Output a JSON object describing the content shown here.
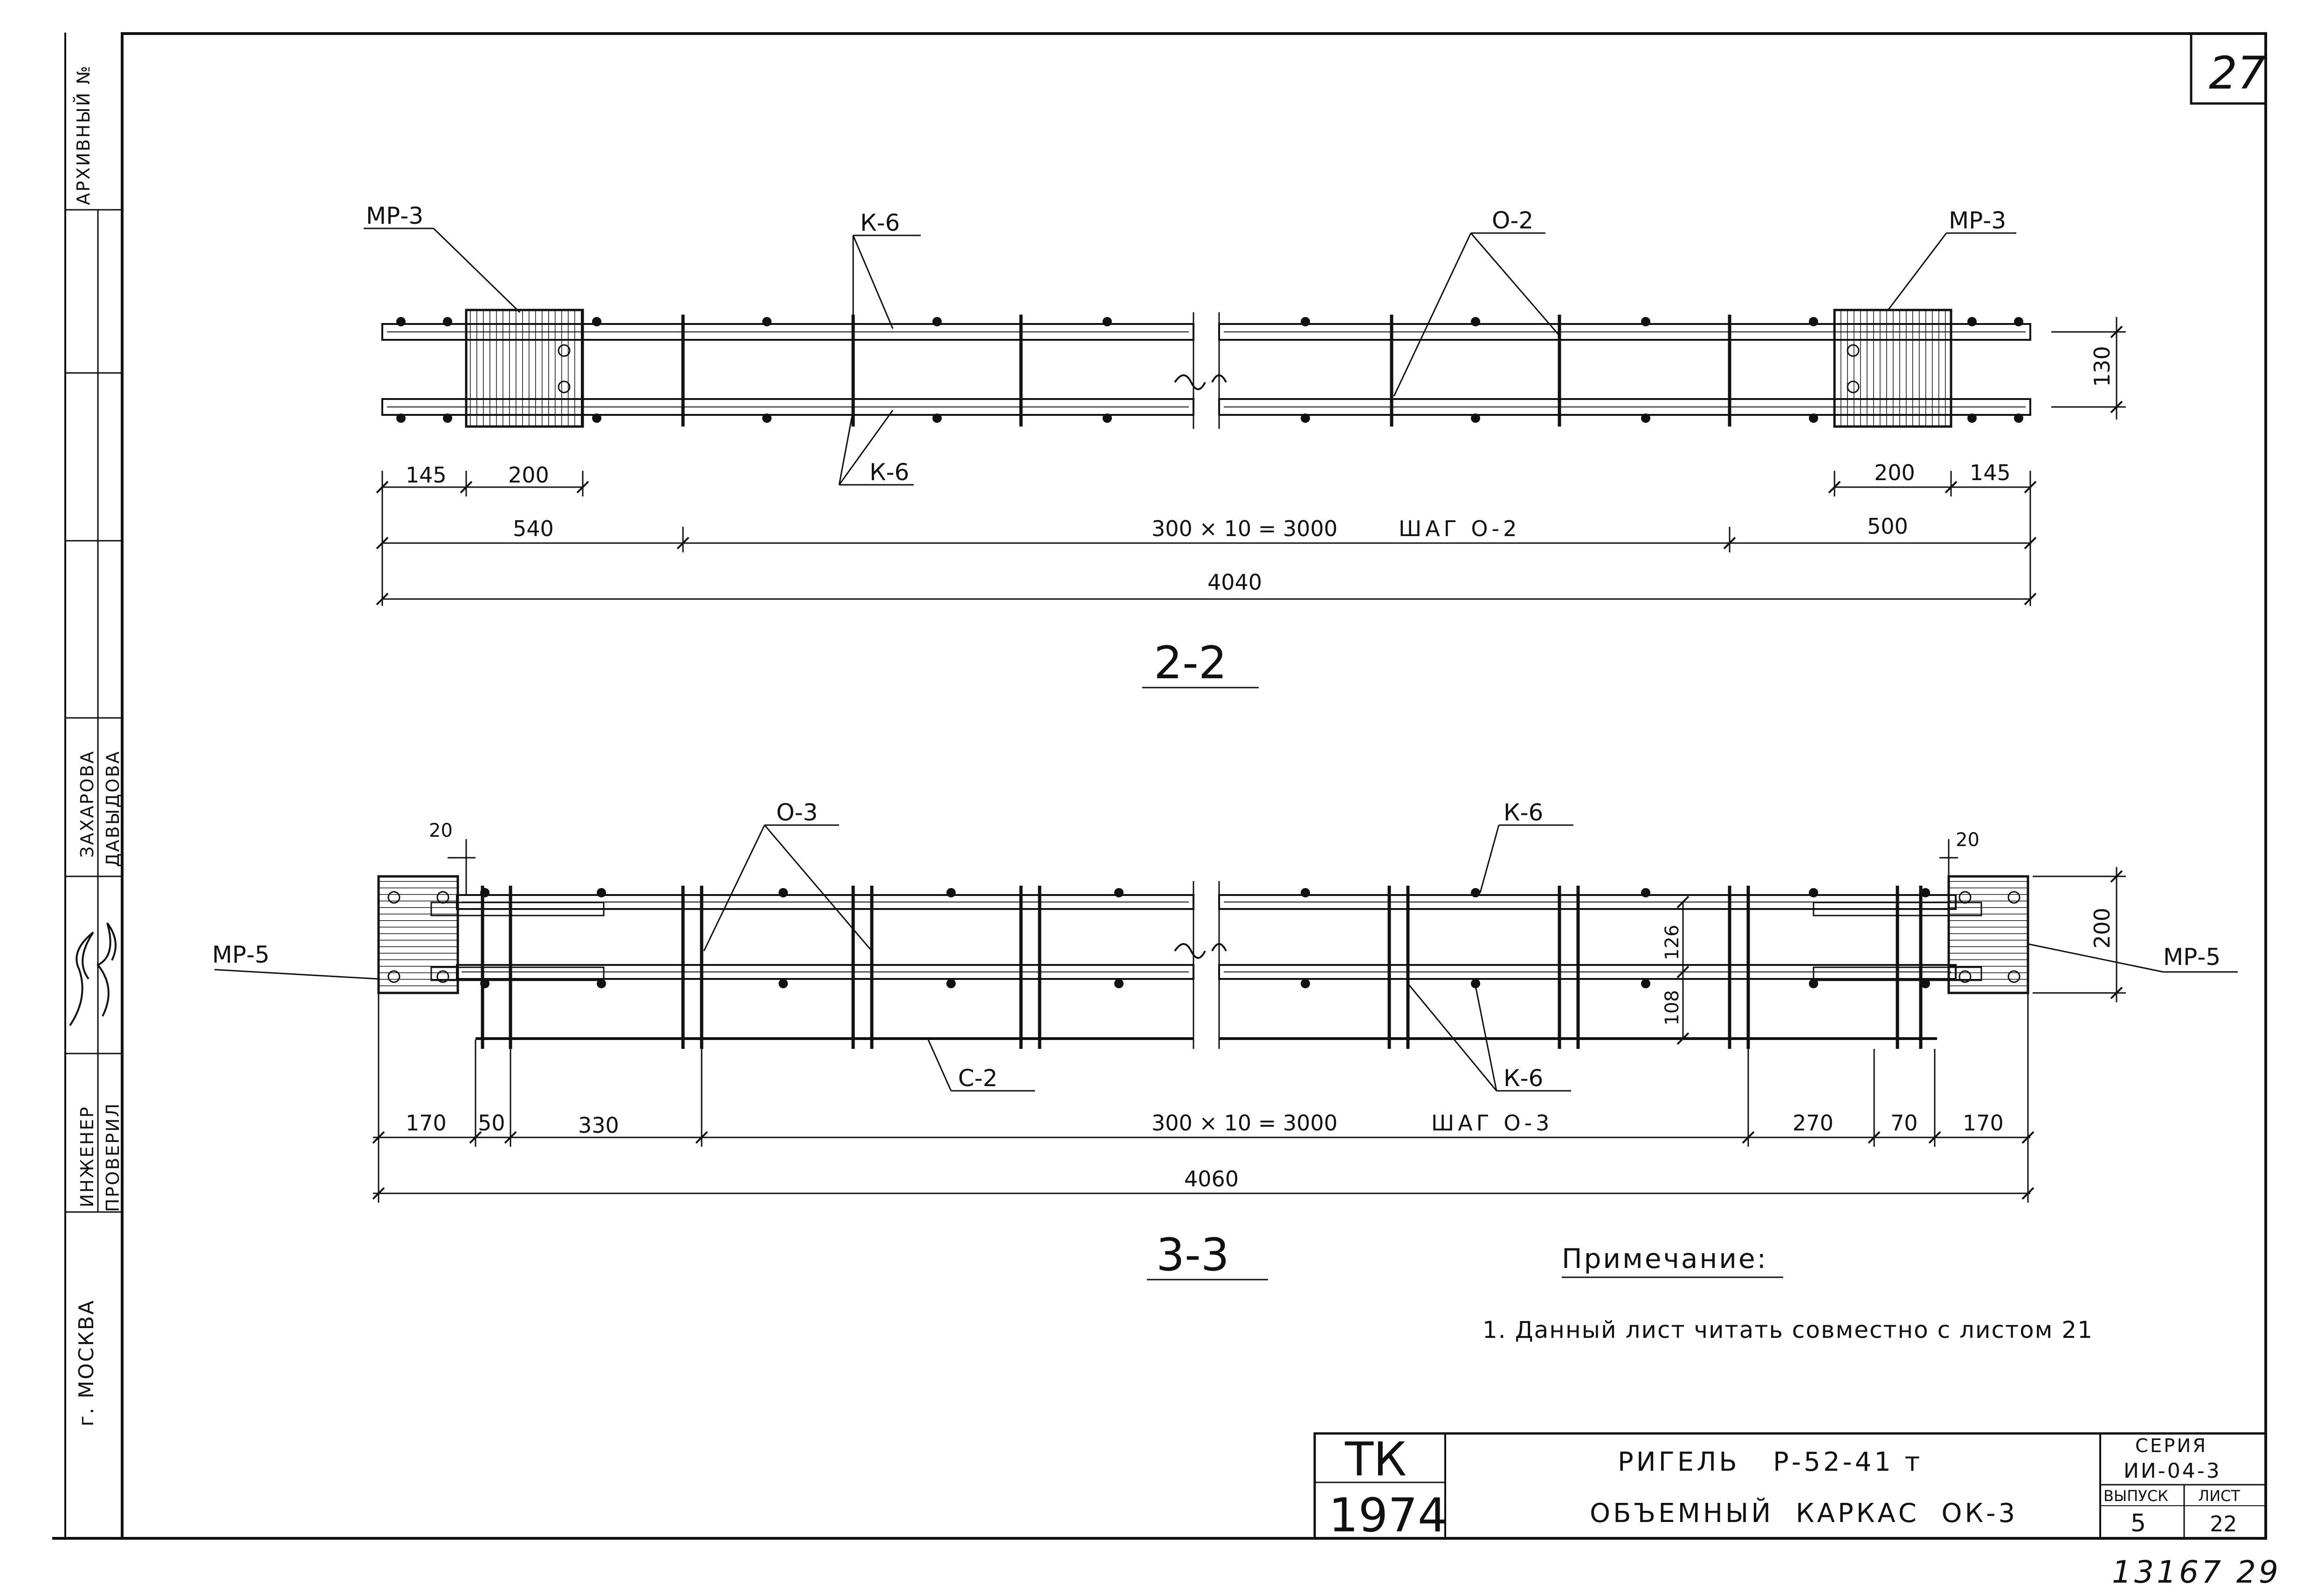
{
  "sheet_number": "27",
  "left_strip": {
    "archive_label": "АРХИВНЫЙ №",
    "role_engineer": "ИНЖЕНЕР",
    "role_checked": "ПРОВЕРИЛ",
    "name_1": "ЗАХАРОВА",
    "name_2": "ДАВЫДОВА",
    "city": "г. МОСКВА"
  },
  "section_2_2": {
    "title": "2-2",
    "labels": {
      "mr3_left": "МР-3",
      "k6_top": "К-6",
      "o2": "О-2",
      "mr3_right": "МР-3",
      "k6_bottom": "К-6"
    },
    "dims": {
      "d145_left": "145",
      "d200_left": "200",
      "d540": "540",
      "span": "300 × 10 = 3000",
      "step": "ШАГ О-2",
      "d500": "500",
      "total": "4040",
      "d200_right": "200",
      "d145_right": "145",
      "height": "130"
    }
  },
  "section_3_3": {
    "title": "3-3",
    "labels": {
      "o3": "О-3",
      "k6_top": "К-6",
      "mr5_left": "МР-5",
      "mr5_right": "МР-5",
      "c2": "С-2",
      "k6_bottom": "К-6"
    },
    "dims": {
      "d20_left": "20",
      "d20_right": "20",
      "d170_left": "170",
      "d50": "50",
      "d330": "330",
      "span": "300 × 10 = 3000",
      "step": "ШАГ О-3",
      "d270": "270",
      "d70": "70",
      "d170_right": "170",
      "total": "4060",
      "d200": "200",
      "d126": "126",
      "d108": "108"
    }
  },
  "note": {
    "heading": "Примечание:",
    "item_1": "1. Данный лист читать совместно с листом 21"
  },
  "title_block": {
    "tk": "ТК",
    "year": "1974",
    "name_line_1": "РИГЕЛЬ   Р-52-41 т",
    "name_line_2": "ОБЪЕМНЫЙ  КАРКАС  ОК-3",
    "series_label": "СЕРИЯ",
    "series_value": "ИИ-04-3",
    "issue_label": "ВЫПУСК",
    "issue_value": "5",
    "sheet_label": "ЛИСТ",
    "sheet_value": "22"
  },
  "inventory_number": "13167 29"
}
